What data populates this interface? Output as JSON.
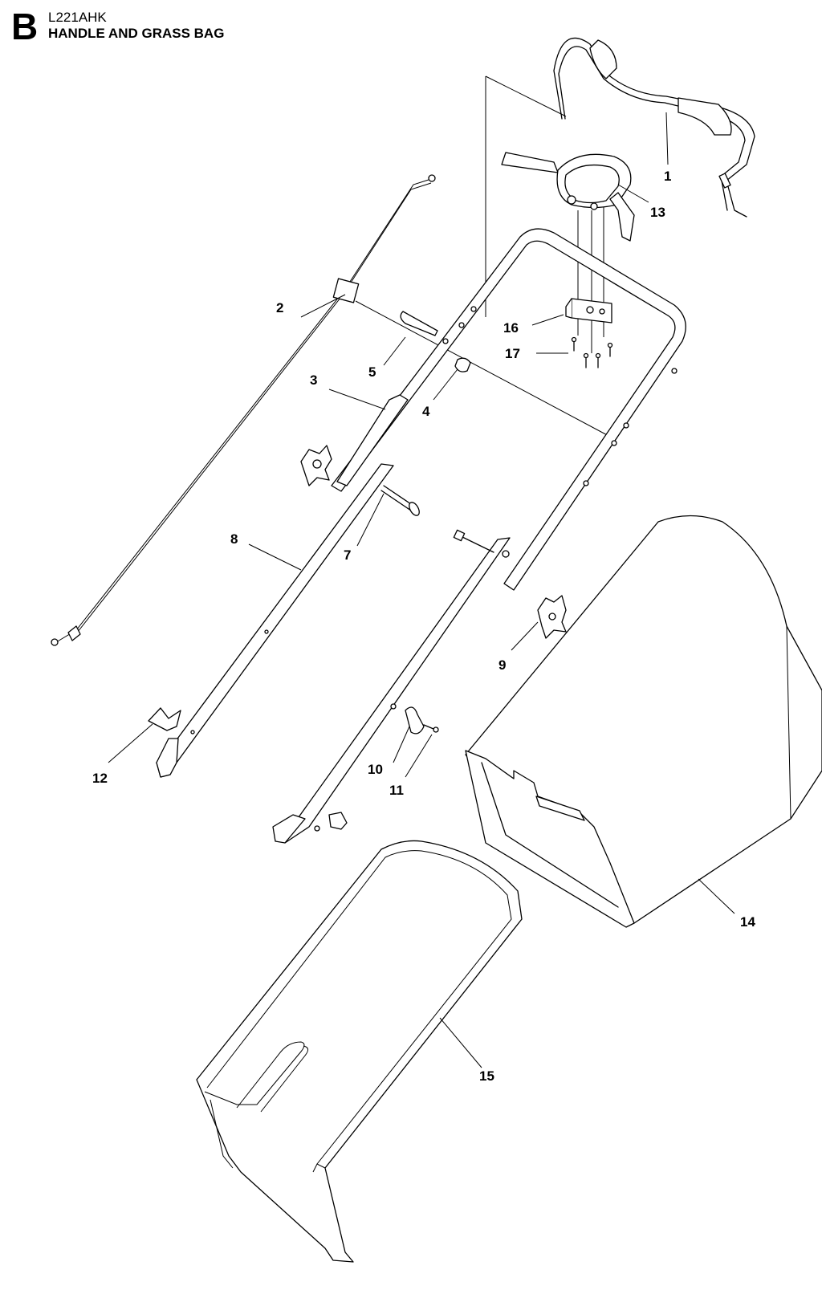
{
  "header": {
    "section": "B",
    "model": "L221AHK",
    "title": "HANDLE AND GRASS BAG"
  },
  "callouts": {
    "c1": "1",
    "c2": "2",
    "c3": "3",
    "c4": "4",
    "c5": "5",
    "c6": "7",
    "c7": "8",
    "c8": "9",
    "c9": "10",
    "c10": "11",
    "c11": "12",
    "c12": "13",
    "c13": "14",
    "c14": "15",
    "c15": "16",
    "c16": "17"
  }
}
